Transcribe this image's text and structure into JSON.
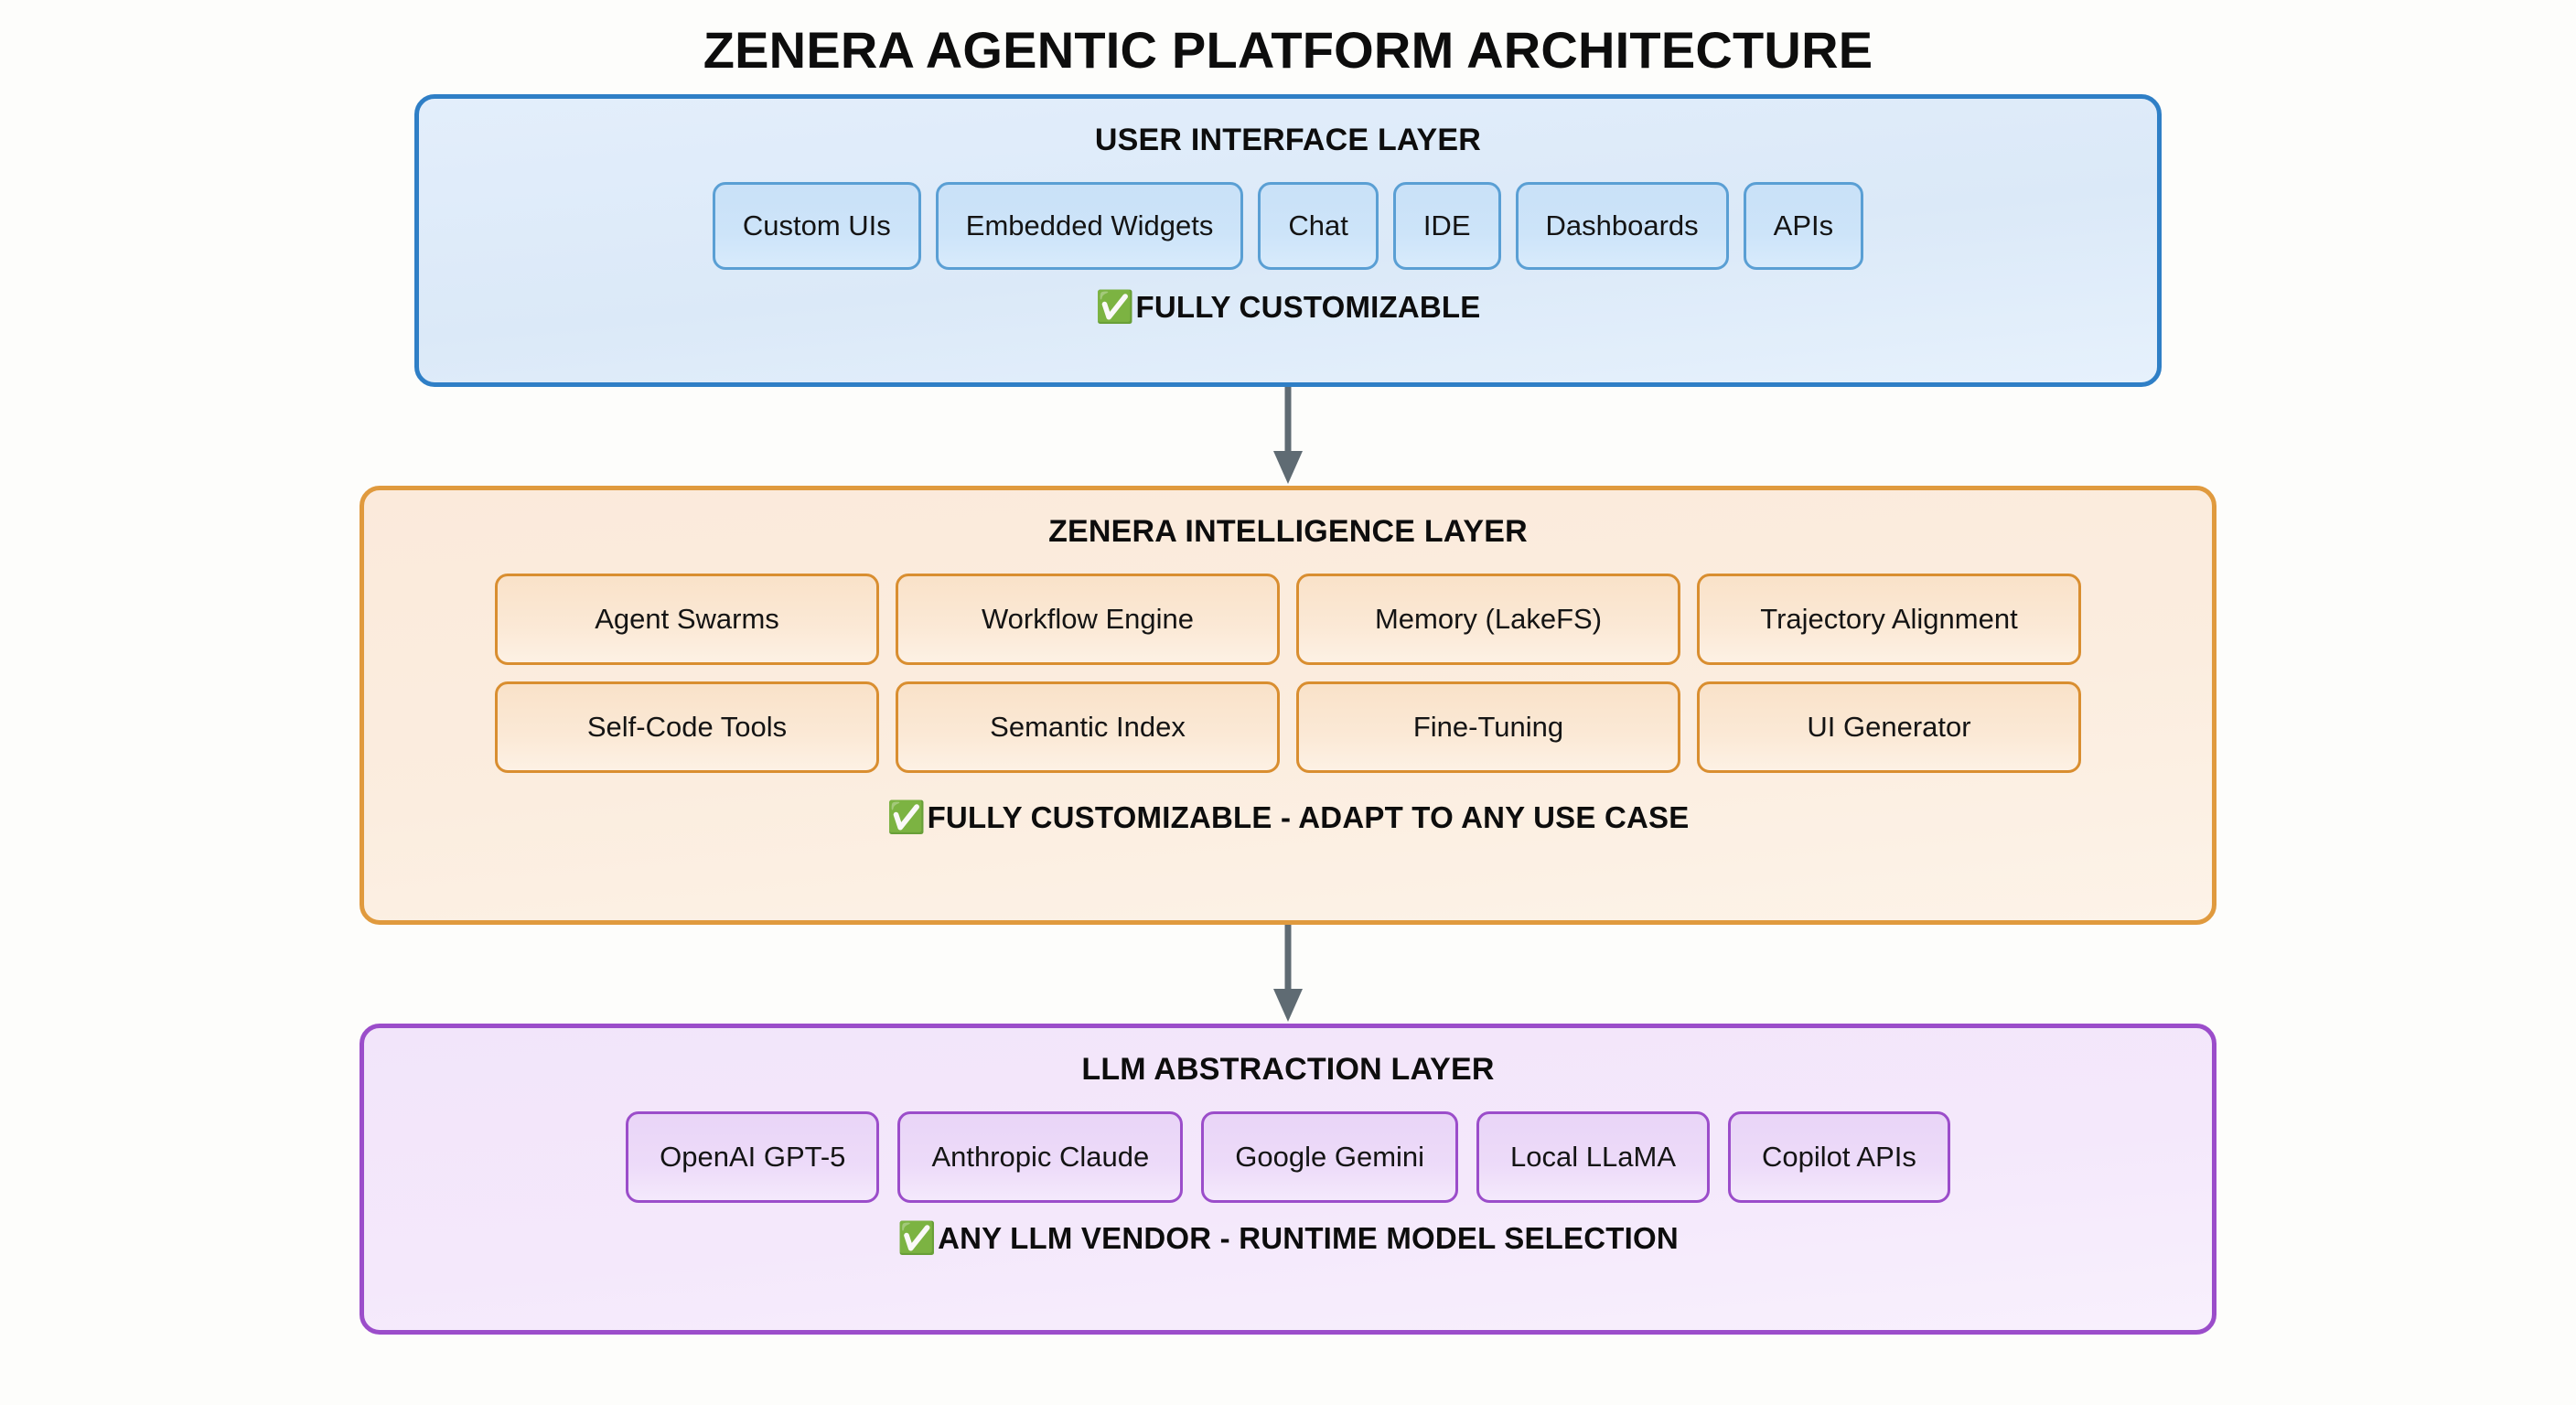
{
  "page": {
    "title": "ZENERA AGENTIC PLATFORM ARCHITECTURE",
    "background_color": "#fdfdfb"
  },
  "check_glyph": "✅",
  "layers": [
    {
      "id": "ui",
      "title": "USER INTERFACE LAYER",
      "border_color": "#2f7fc6",
      "fill_color": "#dceaf8",
      "chip_fill_color": "#cde4f9",
      "chip_border_color": "#5a9fd4",
      "rows": [
        [
          "Custom UIs",
          "Embedded Widgets",
          "Chat",
          "IDE",
          "Dashboards",
          "APIs"
        ]
      ],
      "badge": "FULLY CUSTOMIZABLE"
    },
    {
      "id": "intel",
      "title": "ZENERA INTELLIGENCE LAYER",
      "border_color": "#e09a3e",
      "fill_color": "#fbeddd",
      "chip_fill_color": "#fbe9d6",
      "chip_border_color": "#d98e30",
      "rows": [
        [
          "Agent Swarms",
          "Workflow Engine",
          "Memory (LakeFS)",
          "Trajectory Alignment"
        ],
        [
          "Self-Code Tools",
          "Semantic Index",
          "Fine-Tuning",
          "UI Generator"
        ]
      ],
      "badge": "FULLY CUSTOMIZABLE - ADAPT TO ANY USE CASE"
    },
    {
      "id": "llm",
      "title": "LLM ABSTRACTION LAYER",
      "border_color": "#9b4dca",
      "fill_color": "#f3e5fa",
      "chip_fill_color": "#eddbf9",
      "chip_border_color": "#9b4dca",
      "rows": [
        [
          "OpenAI GPT-5",
          "Anthropic Claude",
          "Google Gemini",
          "Local LLaMA",
          "Copilot APIs"
        ]
      ],
      "badge": "ANY LLM VENDOR - RUNTIME MODEL SELECTION"
    }
  ],
  "connectors": [
    {
      "from": "ui",
      "to": "intel",
      "color": "#5f6b73"
    },
    {
      "from": "intel",
      "to": "llm",
      "color": "#5f6b73"
    }
  ]
}
